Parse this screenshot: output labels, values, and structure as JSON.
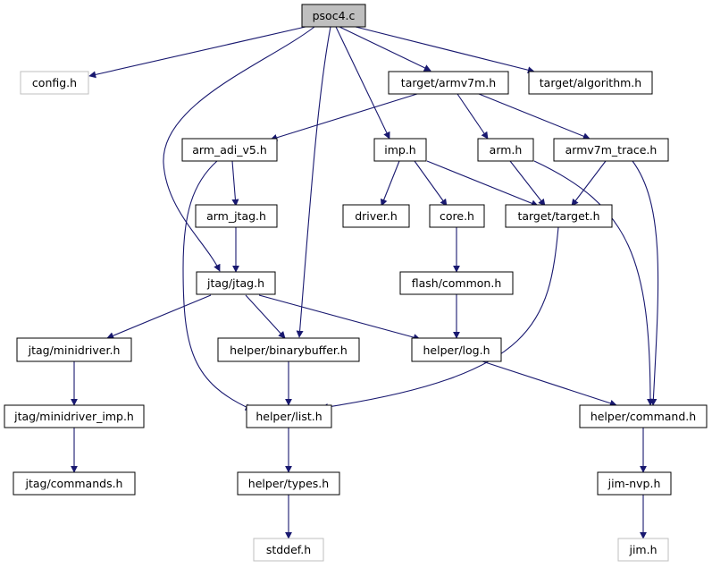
{
  "colors": {
    "edge": "#191970",
    "root_fill": "#bfbfbf",
    "external_border": "#bfbfbf",
    "node_border": "#000000"
  },
  "nodes": {
    "psoc4": "psoc4.c",
    "config": "config.h",
    "armv7m": "target/armv7m.h",
    "algorithm": "target/algorithm.h",
    "arm_adi_v5": "arm_adi_v5.h",
    "imp": "imp.h",
    "arm": "arm.h",
    "armv7m_trace": "armv7m_trace.h",
    "arm_jtag": "arm_jtag.h",
    "driver": "driver.h",
    "core": "core.h",
    "target": "target/target.h",
    "jtag": "jtag/jtag.h",
    "flash_common": "flash/common.h",
    "minidriver": "jtag/minidriver.h",
    "binarybuffer": "helper/binarybuffer.h",
    "log": "helper/log.h",
    "minidriver_imp": "jtag/minidriver_imp.h",
    "list": "helper/list.h",
    "command": "helper/command.h",
    "commands": "jtag/commands.h",
    "types": "helper/types.h",
    "jim_nvp": "jim-nvp.h",
    "stddef": "stddef.h",
    "jim": "jim.h"
  }
}
